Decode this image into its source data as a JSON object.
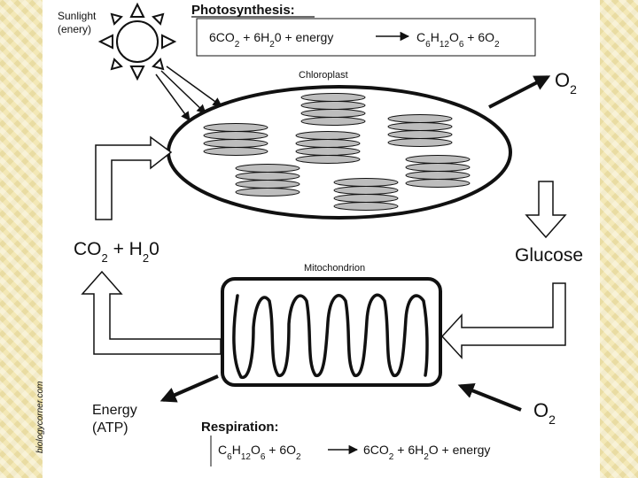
{
  "credit": "biologycorner.com",
  "sun": {
    "label_line1": "Sunlight",
    "label_line2": "(enery)"
  },
  "photosynthesis": {
    "title": "Photosynthesis:",
    "equation_left": [
      "6CO",
      "2",
      " + 6H",
      "2",
      "0 + energy"
    ],
    "equation_right": [
      "C",
      "6",
      "H",
      "12",
      "O",
      "6",
      " + 6O",
      "2"
    ]
  },
  "chloroplast": {
    "label": "Chloroplast"
  },
  "oxygen_out": {
    "base": "O",
    "sub": "2"
  },
  "glucose": {
    "label": "Glucose"
  },
  "co2_water": {
    "parts": [
      "CO",
      "2",
      " + H",
      "2",
      "0"
    ]
  },
  "mitochondrion": {
    "label": "Mitochondrion"
  },
  "energy_out": {
    "line1": "Energy",
    "line2": "(ATP)"
  },
  "oxygen_in": {
    "base": "O",
    "sub": "2"
  },
  "respiration": {
    "title": "Respiration:",
    "equation_left": [
      "C",
      "6",
      "H",
      "12",
      "O",
      "6",
      " + 6O",
      "2"
    ],
    "equation_right": [
      "6CO",
      "2",
      " + 6H",
      "2",
      "O + energy"
    ]
  },
  "colors": {
    "background": "#f6efc2",
    "panel": "#ffffff",
    "ink": "#111111",
    "thylakoid": "#bdbdbd"
  }
}
